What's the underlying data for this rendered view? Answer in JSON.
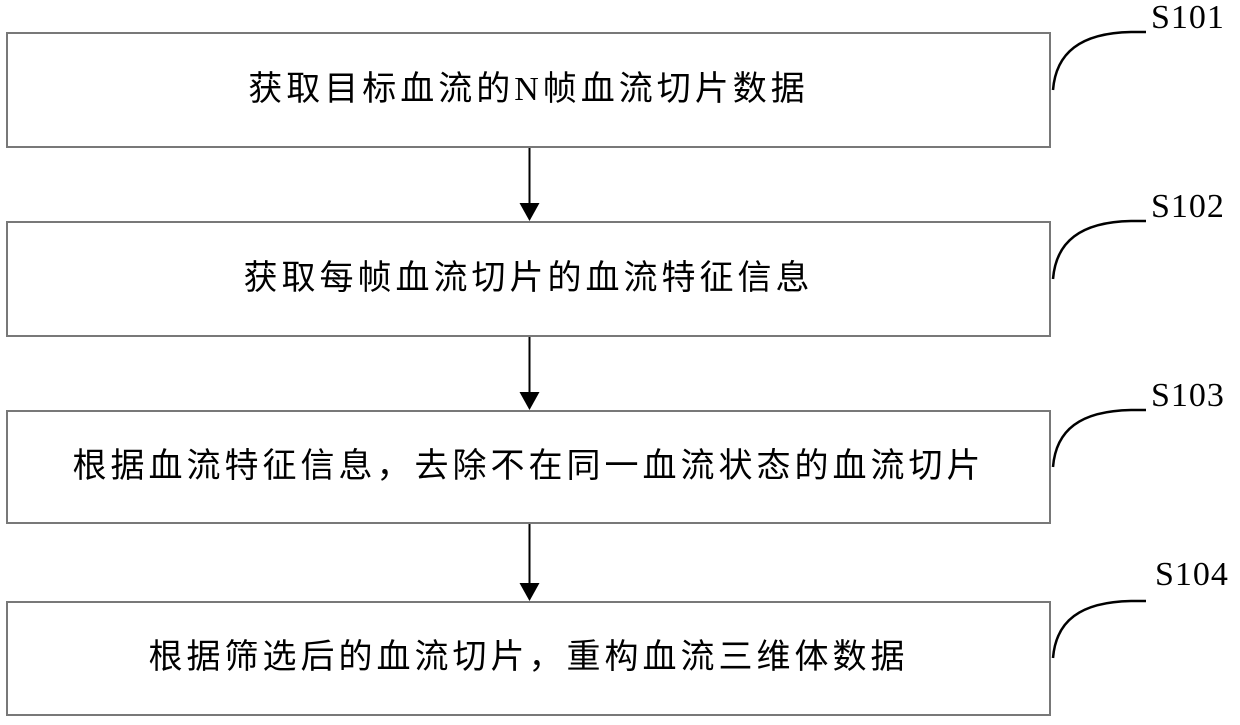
{
  "diagram": {
    "figure_type": "flowchart",
    "flow_direction": "top-to-bottom",
    "colors": {
      "background": "#ffffff",
      "box_border": "#787878",
      "text": "#000000",
      "arrow": "#000000"
    },
    "steps": [
      {
        "id": "S101",
        "label": "获取目标血流的N帧血流切片数据"
      },
      {
        "id": "S102",
        "label": "获取每帧血流切片的血流特征信息"
      },
      {
        "id": "S103",
        "label": "根据血流特征信息，去除不在同一血流状态的血流切片"
      },
      {
        "id": "S104",
        "label": "根据筛选后的血流切片，重构血流三维体数据"
      }
    ]
  }
}
